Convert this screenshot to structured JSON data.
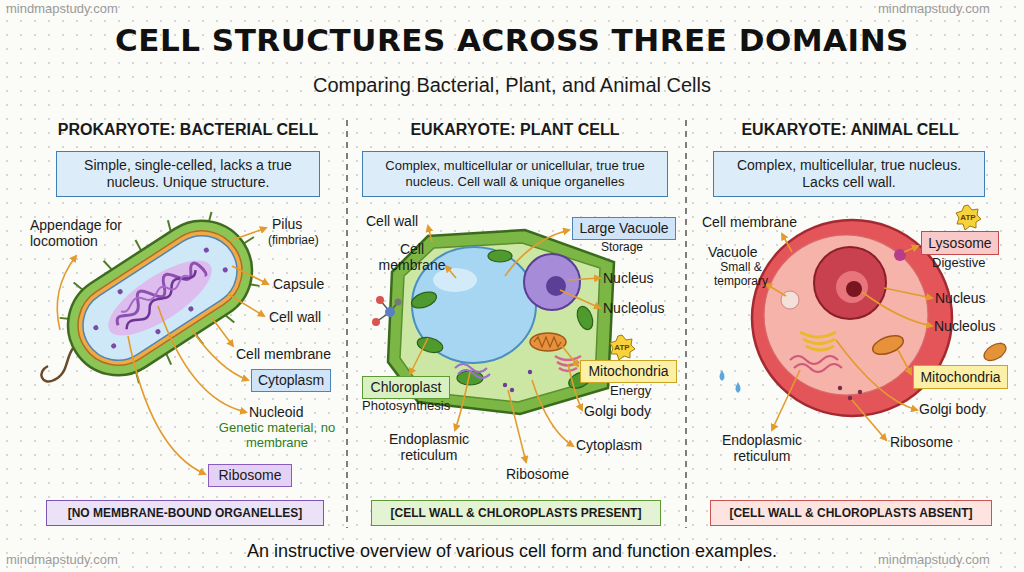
{
  "diagram": {
    "title": "CELL STRUCTURES ACROSS THREE DOMAINS",
    "caption": "An instructive overview of various cell form and function examples.",
    "nodes": [
      {
        "text": [
          "Simple, single-celled, lacks a true nucleus. Unique structure."
        ]
      },
      {
        "text": [
          "Cytoplasm"
        ]
      },
      {
        "text": [
          "Ribosome"
        ]
      },
      {
        "text": [
          "[NO MEMBRANE-BOUND ORGANELLES]"
        ]
      },
      {
        "text": [
          "Complex, multicellular or unicellular, true true nucleus. Cell wall & unique organelles"
        ]
      },
      {
        "text": [
          "Large Vacuole"
        ]
      },
      {
        "text": [
          "Mitochondria"
        ]
      },
      {
        "text": [
          "Chloroplast"
        ]
      },
      {
        "text": [
          "[CELL WALL & CHLOROPLASTS PRESENT]"
        ]
      },
      {
        "text": [
          "Complex, multicellular, true nucleus. Lacks cell wall."
        ]
      },
      {
        "text": [
          "Lysosome"
        ]
      },
      {
        "text": [
          "Mitochondria"
        ]
      },
      {
        "text": [
          "[CELL WALL & CHLOROPLASTS ABSENT]"
        ]
      }
    ],
    "labels": [
      "mindmapstudy.com",
      "mindmapstudy.com",
      "mindmapstudy.com",
      "mindmapstudy.com",
      "Comparing Bacterial, Plant, and Animal Cells",
      "PROKARYOTE: BACTERIAL CELL",
      "EUKARYOTE: PLANT CELL",
      "EUKARYOTE: ANIMAL CELL",
      "Appendage for locomotion",
      "Pilus",
      "(fimbriae)",
      "Capsule",
      "Cell wall",
      "Cell membrane",
      "Nucleoid",
      "Genetic material, no membrane",
      "Cell wall",
      "Cell membrane",
      "Storage",
      "Nucleus",
      "Nucleolus",
      "ATP",
      "Energy",
      "Photosynthesis",
      "Golgi body",
      "Endoplasmic reticulum",
      "Cytoplasm",
      "Ribosome",
      "Cell membrane",
      "ATP",
      "Vacuole",
      "Small & temporary",
      "Digestive",
      "Nucleus",
      "Nucleolus",
      "Golgi body",
      "Endoplasmic reticulum",
      "Ribosome"
    ]
  }
}
